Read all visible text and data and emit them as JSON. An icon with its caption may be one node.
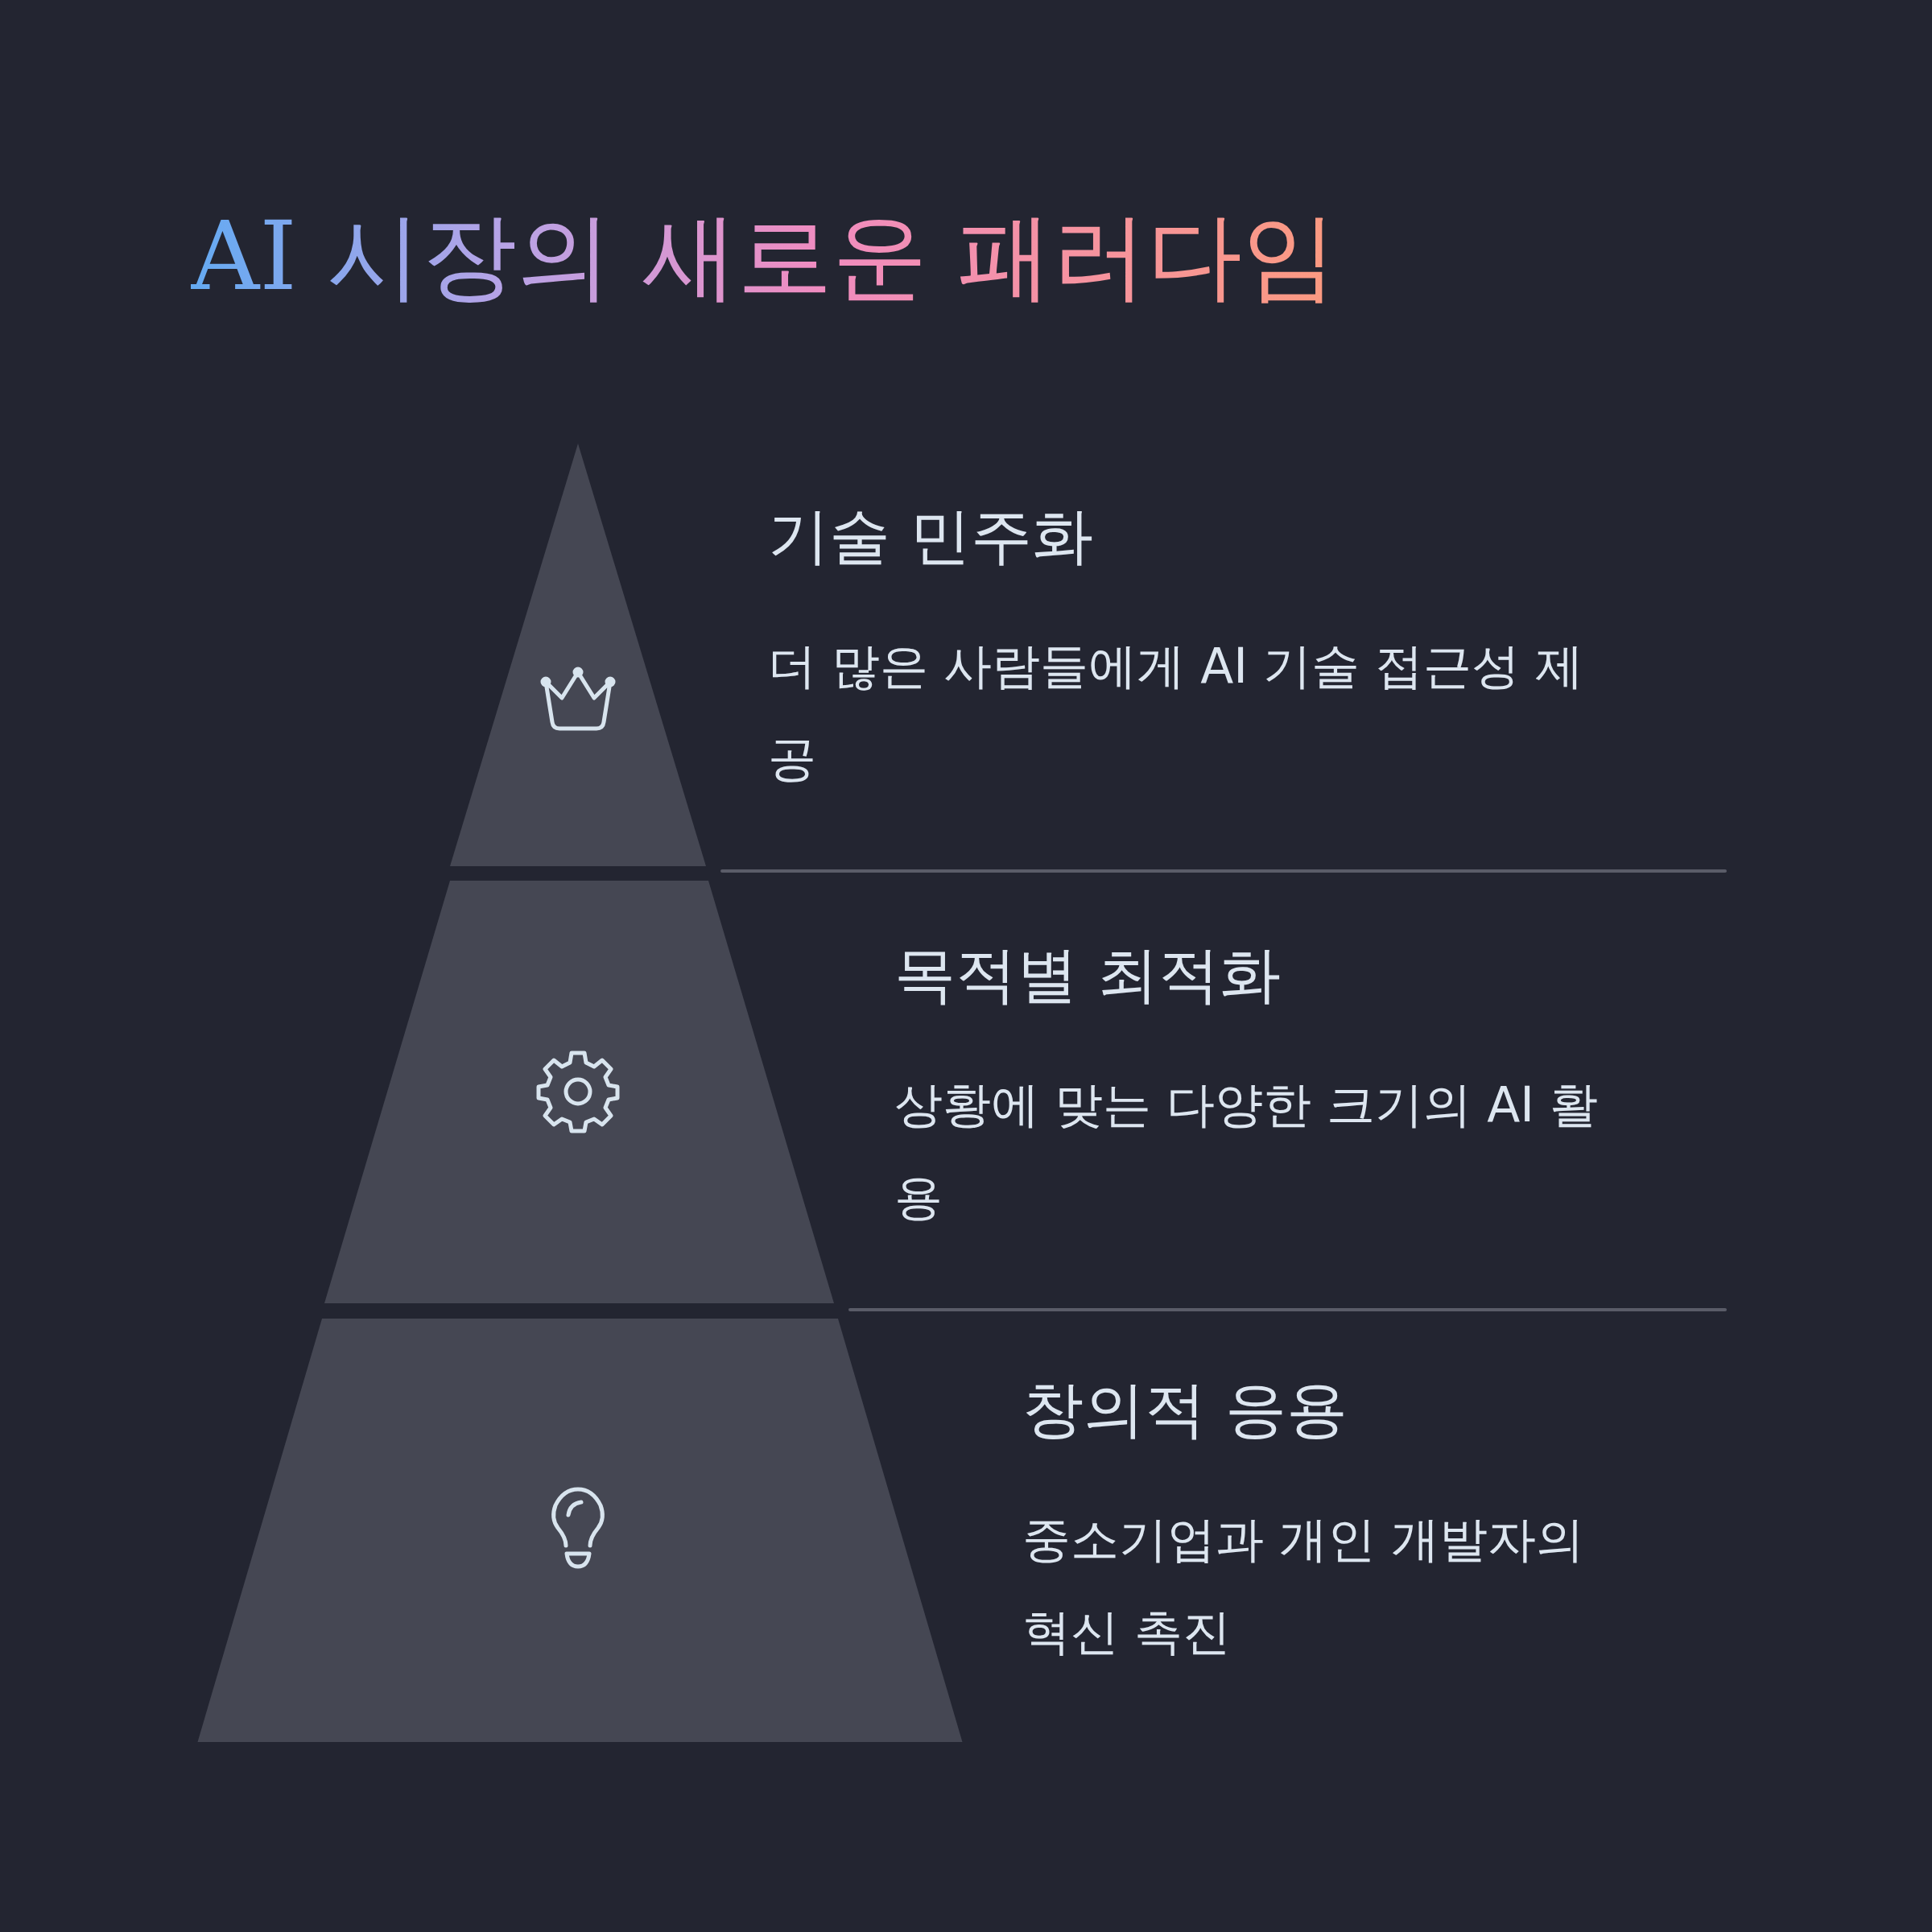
{
  "diagram": {
    "title": "AI 시장의 새로운 패러다임",
    "nodes": [
      {
        "text": [],
        "shape": "triangle",
        "beside": [
          "기술 민주화",
          "더 많은 사람들에게 AI 기술 접근성 제공"
        ]
      },
      {
        "text": [],
        "shape": "trapezoid",
        "beside": [
          "목적별 최적화",
          "상황에 맞는 다양한 크기의 AI 활용"
        ]
      },
      {
        "text": [],
        "shape": "trapezoid",
        "beside": [
          "창의적 응용",
          "중소기업과 개인 개발자의 혁신 촉진"
        ]
      }
    ]
  }
}
